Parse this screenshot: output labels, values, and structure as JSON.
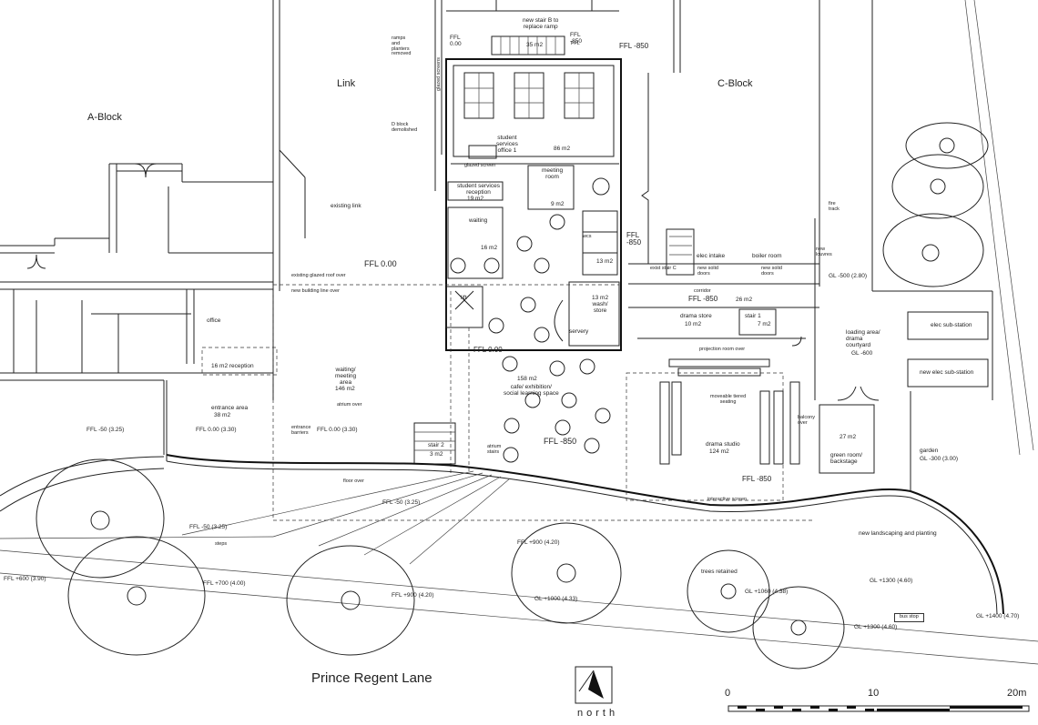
{
  "blocks": {
    "a_block": "A-Block",
    "link": "Link",
    "c_block": "C-Block"
  },
  "street": "Prince Regent Lane",
  "north_label": "north",
  "scale_bar": {
    "labels": [
      "0",
      "10",
      "20m"
    ]
  },
  "levels": {
    "ffl_000_main": "FFL 0.00",
    "ffl_000_top": "FFL\n0.00",
    "ffl_000_cafe": "FFL 0.00",
    "ffl_m850_top": "FFL -850",
    "ffl_m850_corr": "FFL -850",
    "ffl_m850_vert": "FFL\n-850",
    "ffl_m850_top_left": "FFL\n-850",
    "ffl_m850_cafe": "FFL -850",
    "ffl_m850_drama": "FFL -850",
    "ffl_m50_325_left": "FFL -50 (3.25)",
    "ffl_000_330_a": "FFL 0.00 (3.30)",
    "ffl_000_330_b": "FFL 0.00 (3.30)",
    "ffl_m50_325_b": "FFL -50 (3.25)",
    "ffl_m50_325_c": "FFL -50 (3.25)",
    "ffl_600": "FFL +600 (3.90)",
    "ffl_700": "FFL +700 (4.00)",
    "ffl_900_a": "FFL +900 (4.20)",
    "ffl_900_b": "FFL +900 (4.20)",
    "gl_1000": "GL +1000 (4.33)",
    "gl_1060": "GL +1060 (4.38)",
    "gl_1300_a": "GL +1300 (4.60)",
    "gl_1300_b": "GL +1300 (4.60)",
    "gl_1400": "GL +1400 (4.70)",
    "gl_m500": "GL -500 (2.80)",
    "gl_m600": "GL -600",
    "gl_m300": "GL -300 (3.00)"
  },
  "rooms": {
    "new_stair_b": "new stair B to\nreplace ramp",
    "area_35": "35 m2",
    "ffl_small": "FFL",
    "ramps": "ramps\nand\nplanters\nremoved",
    "glazed_screens": "glazed screens",
    "d_block": "D block\ndemolished",
    "student_office": "student\nservices\noffice 1",
    "area_86": "86 m2",
    "glazed_screen": "glazed screen",
    "meeting_room": "meeting\nroom",
    "area_9": "9 m2",
    "reception": "student services\nreception",
    "area_19": "19 m2",
    "waiting": "waiting",
    "area_16": "16 m2",
    "existing_link": "existing link",
    "wcs": "wcs",
    "area_13a": "13 m2",
    "area_13b": "13 m2\nwash/\nstore",
    "existing_glazed_roof": "existing glazed roof over",
    "new_building_line": "new building line over",
    "lift": "lift",
    "servery": "servery",
    "office": "office",
    "reception_16": "16 m2 reception",
    "waiting_meeting": "waiting/\nmeeting\narea",
    "area_146": "146 m2",
    "atrium_over": "atrium over",
    "entrance_area": "entrance area",
    "area_38": "38 m2",
    "entrance_barriers": "entrance\nbarriers",
    "stair_2": "stair 2",
    "area_3": "3 m2",
    "atrium_stairs": "atrium\nstairs",
    "area_158": "158 m2",
    "cafe": "cafe/ exhibition/\nsocial learning space",
    "floor_over": "floor over",
    "exist_stair_c": "exist stair C",
    "elec_intake": "elec intake",
    "boiler_room": "boiler room",
    "new_solid_doors_a": "new solid\ndoors",
    "new_solid_doors_b": "new solid\ndoors",
    "fire_track": "fire\ntrack",
    "new_louvres": "new\nlouvres",
    "corridor": "corridor",
    "area_26": "26 m2",
    "drama_store": "drama store",
    "area_10": "10 m2",
    "stair_1": "stair 1",
    "area_7": "7 m2",
    "projection": "projection room over",
    "loading_area": "loading area/\ndrama\ncourtyard",
    "elec_sub": "elec sub-station",
    "new_elec_sub": "new elec sub-station",
    "moveable_seating": "moveable tiered\nseating",
    "drama_studio": "drama studio",
    "area_124": "124 m2",
    "balcony_over": "balcony\nover",
    "area_27": "27 m2",
    "green_room": "green room/\nbackstage",
    "garden": "garden",
    "interactive_screen": "interactive screen",
    "new_landscaping": "new landscaping and planting",
    "steps": "steps",
    "trees_retained": "trees retained",
    "bus_stop": "bus stop"
  }
}
